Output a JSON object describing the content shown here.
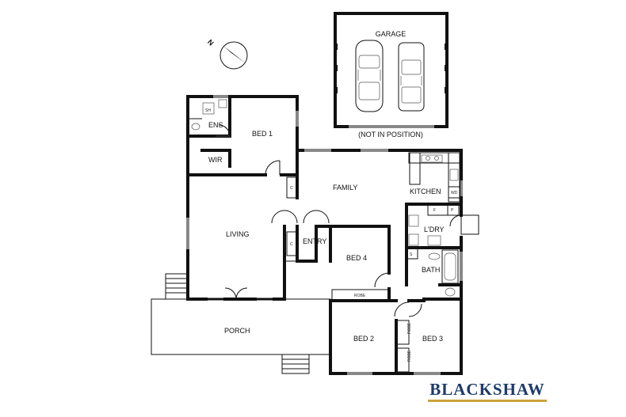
{
  "rooms": {
    "garage": "GARAGE",
    "not_in_position": "(NOT IN POSITION)",
    "ens": "ENS",
    "bed1": "BED 1",
    "wir": "WIR",
    "family": "FAMILY",
    "kitchen": "KITCHEN",
    "wd": "WD",
    "living": "LIVING",
    "entry": "ENTRY",
    "ldry": "L'DRY",
    "bed4": "BED 4",
    "bath": "BATH",
    "robe4": "ROBE",
    "porch": "PORCH",
    "bed2": "BED 2",
    "robe2": "ROBE",
    "robe3": "ROBE",
    "bed3": "BED 3",
    "c1": "C",
    "c2": "C",
    "f": "F",
    "p": "P",
    "s": "S",
    "sh": "SH"
  },
  "compass": {
    "label": "N"
  },
  "brand": {
    "name": "BLACKSHAW",
    "color": "#1d3a6b",
    "accent": "#c9a43c"
  }
}
